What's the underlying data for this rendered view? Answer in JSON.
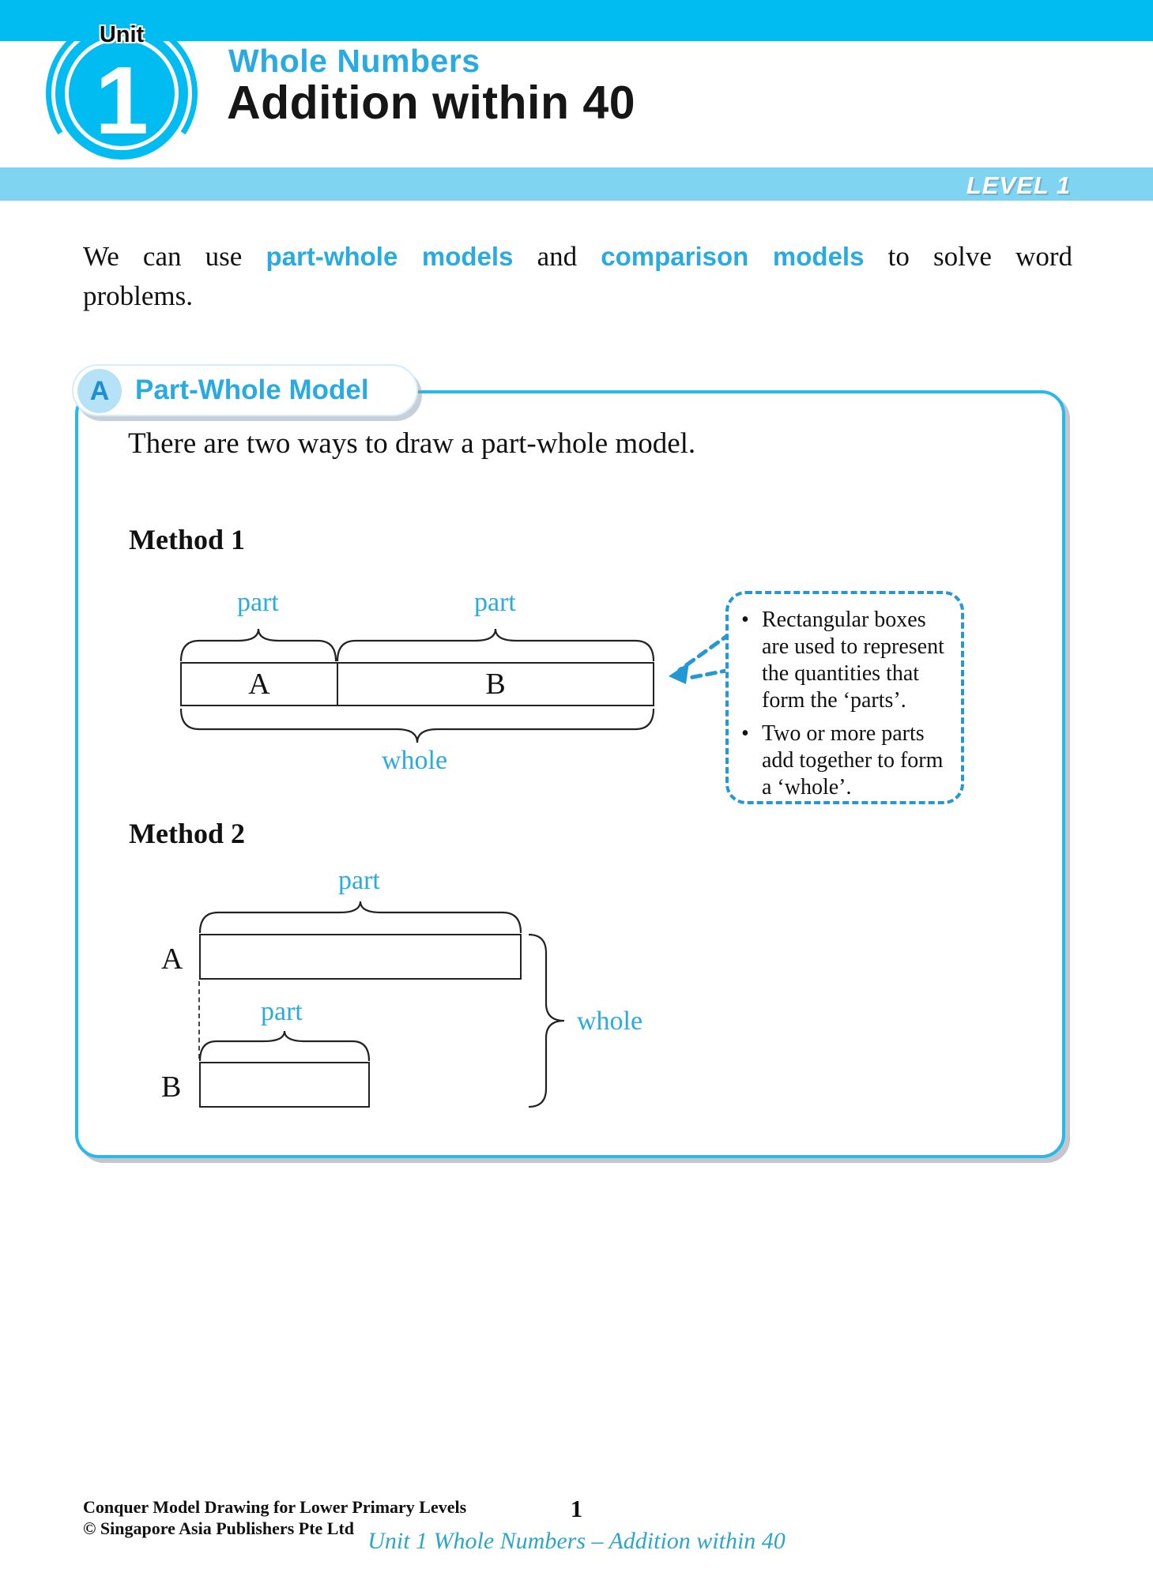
{
  "header": {
    "unit_label": "Unit",
    "unit_number": "1",
    "subject": "Whole Numbers",
    "title": "Addition within 40",
    "level": "LEVEL 1"
  },
  "intro": {
    "line1_pre": "We can use ",
    "line1_bold1": "part-whole models",
    "line1_mid": " and ",
    "line1_bold2": "comparison models",
    "line1_post": " to solve word",
    "line2": "problems."
  },
  "section": {
    "badge": "A",
    "title": "Part-Whole Model",
    "lead": "There are two ways to draw a part-whole model."
  },
  "method1": {
    "heading": "Method 1",
    "part_label_a": "part",
    "part_label_b": "part",
    "box_a": "A",
    "box_b": "B",
    "whole_label": "whole"
  },
  "callout": {
    "bullets": [
      "Rectangular boxes are used to represent the quantities that form the ‘parts’.",
      "Two or more parts add together to form a ‘whole’."
    ]
  },
  "method2": {
    "heading": "Method 2",
    "part_label_a": "part",
    "part_label_b": "part",
    "row_a": "A",
    "row_b": "B",
    "whole_label": "whole"
  },
  "footer": {
    "book": "Conquer Model Drawing for Lower Primary Levels",
    "copyright": "© Singapore Asia Publishers Pte Ltd",
    "page_number": "1",
    "chapter": "Unit 1 Whole Numbers – Addition within 40"
  },
  "colors": {
    "cyan_band": "#00BCF1",
    "banner_blue": "#7FD4F2",
    "heading_blue": "#29ABE2",
    "container_border": "#29B8EA",
    "bubble_border": "#2299D4",
    "footer_teal": "#2BA6C9"
  }
}
